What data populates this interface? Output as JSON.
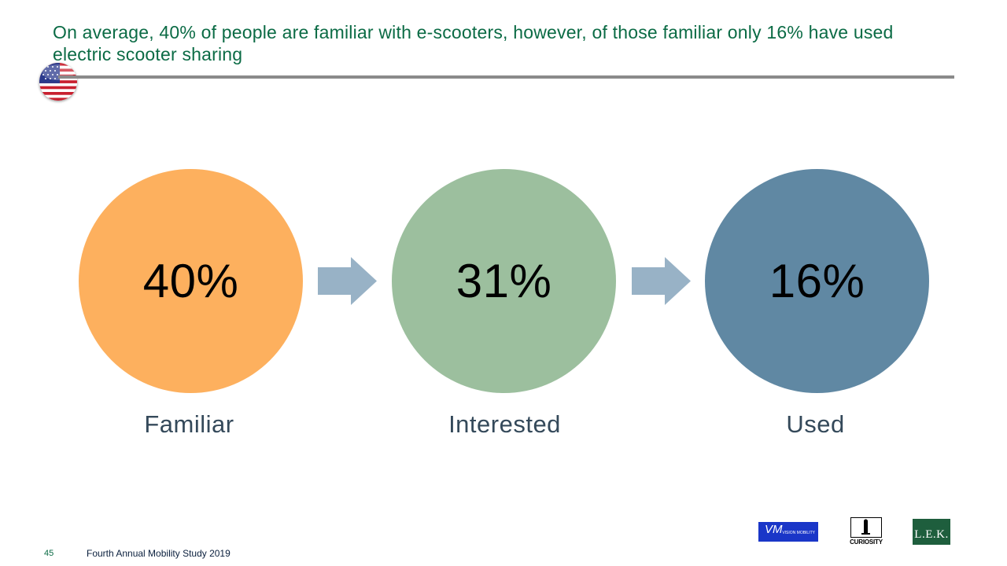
{
  "slide": {
    "title": "On average, 40% of people are familiar with e-scooters, however, of those familiar only 16% have used electric scooter sharing",
    "flag_icon": "us-flag-icon"
  },
  "funnel": [
    {
      "value": "40%",
      "label": "Familiar",
      "color": "#fdb05e"
    },
    {
      "value": "31%",
      "label": "Interested",
      "color": "#9cbf9e"
    },
    {
      "value": "16%",
      "label": "Used",
      "color": "#6088a3"
    }
  ],
  "arrow_color": "#98b2c6",
  "footer": {
    "page_number": "45",
    "study_name": "Fourth Annual Mobility Study 2019"
  },
  "logos": {
    "vm_text": "VM",
    "vm_subtext": "VISION MOBILITY",
    "curiosity_text": "CURIOSITY",
    "lek_text": "L.E.K."
  },
  "colors": {
    "title": "#0b6b45",
    "label": "#34495a",
    "rule": "#8a8a8a"
  }
}
